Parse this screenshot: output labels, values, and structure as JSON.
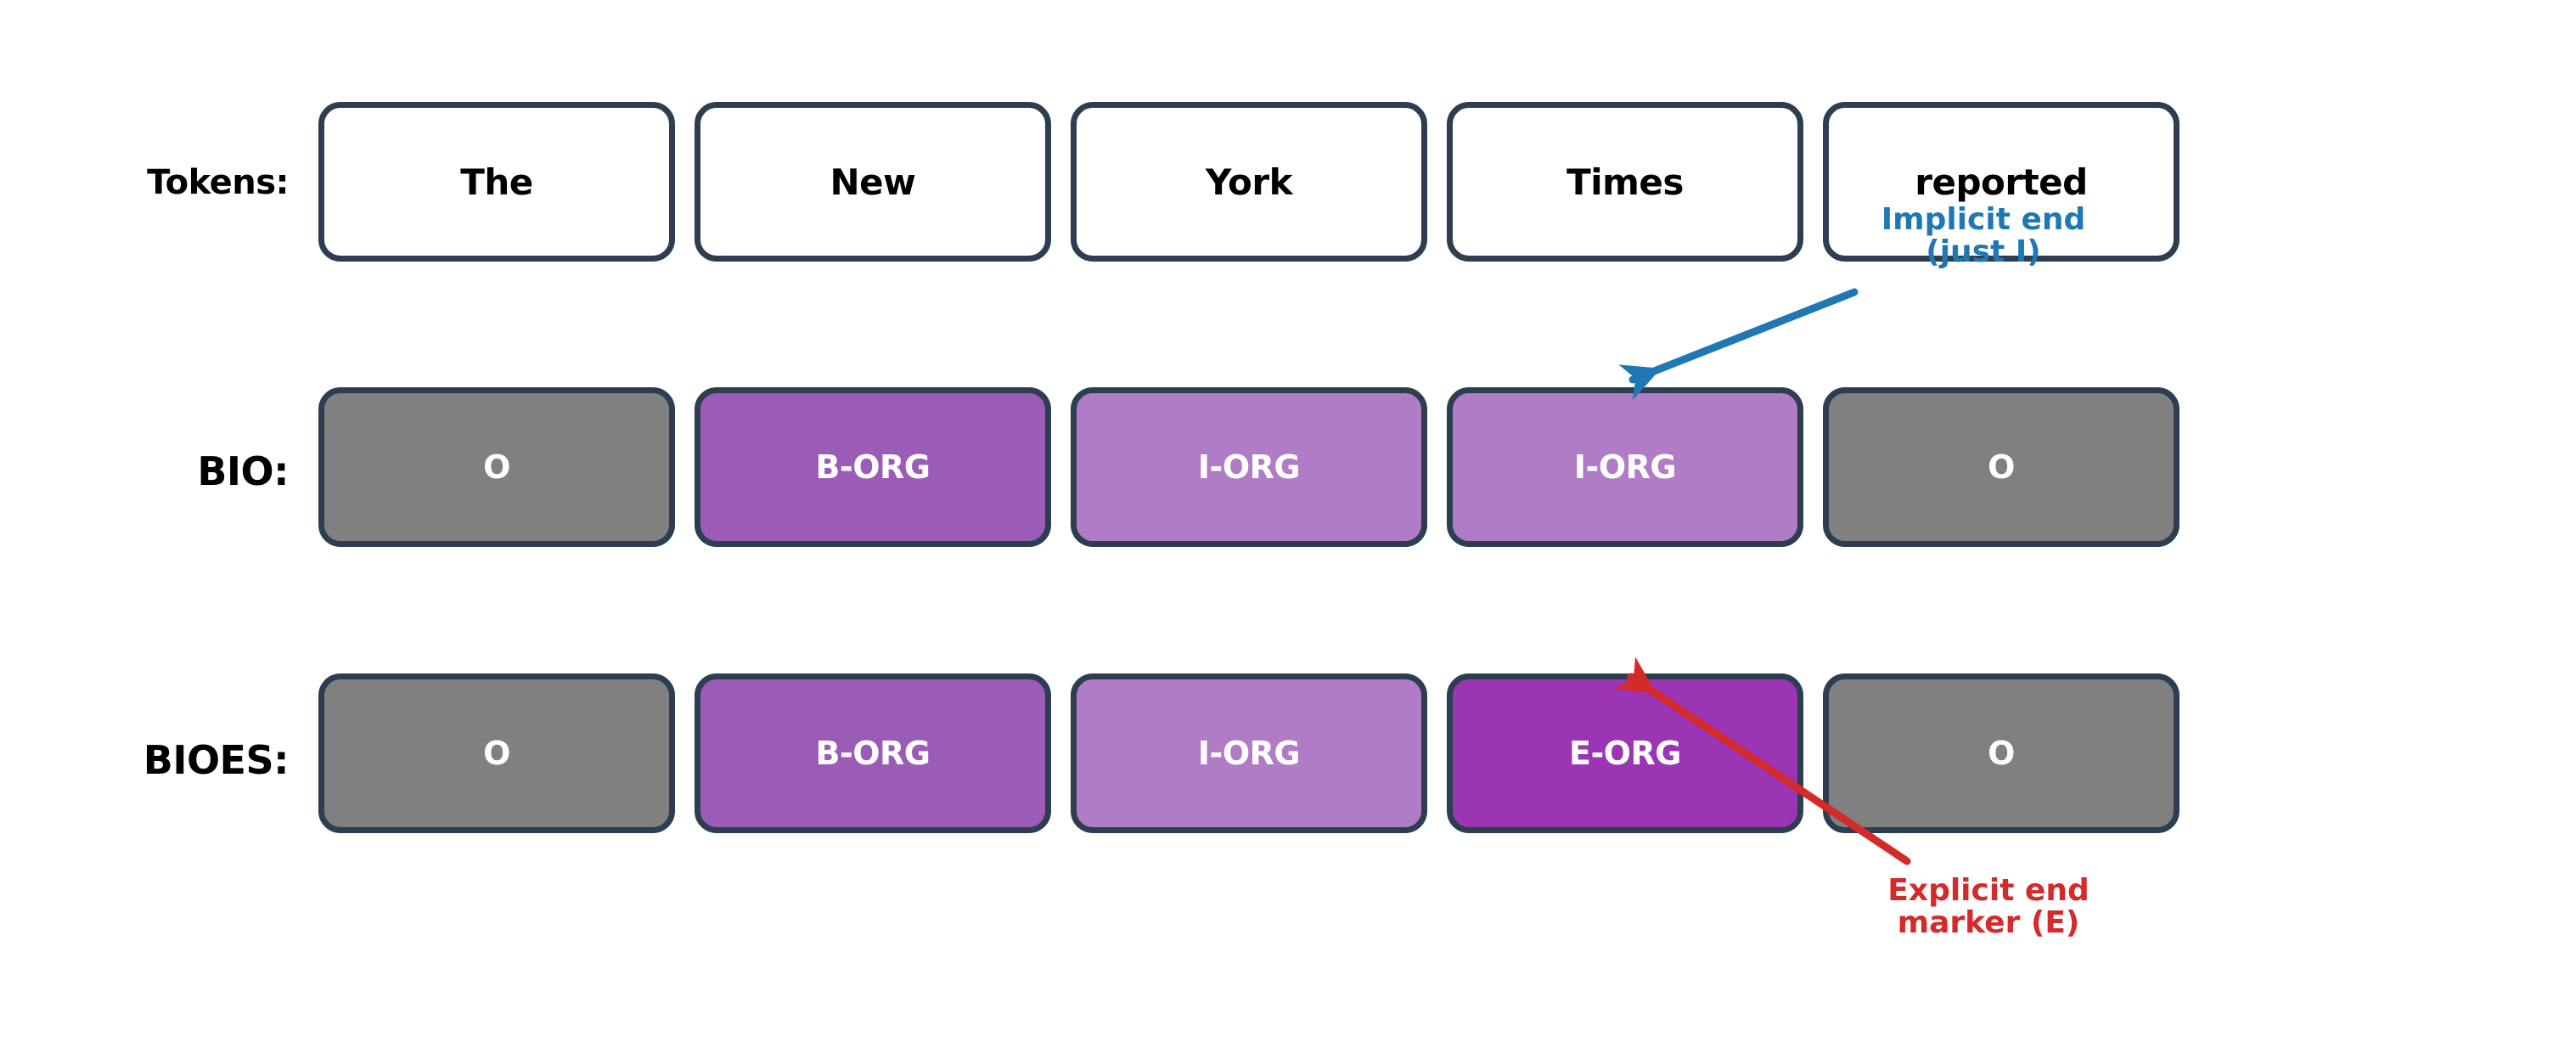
{
  "figure": {
    "background_color": "#ffffff",
    "border_color": "#2d3e50"
  },
  "rows": {
    "tokens": {
      "label": "Tokens:",
      "cells": [
        {
          "text": "The"
        },
        {
          "text": "New"
        },
        {
          "text": "York"
        },
        {
          "text": "Times"
        },
        {
          "text": "reported"
        }
      ]
    },
    "bio": {
      "label": "BIO:",
      "cells": [
        {
          "text": "O",
          "color": "#808080"
        },
        {
          "text": "B-ORG",
          "color": "#9b5cb8"
        },
        {
          "text": "I-ORG",
          "color": "#b07cc6"
        },
        {
          "text": "I-ORG",
          "color": "#b07cc6"
        },
        {
          "text": "O",
          "color": "#808080"
        }
      ]
    },
    "bioes": {
      "label": "BIOES:",
      "cells": [
        {
          "text": "O",
          "color": "#808080"
        },
        {
          "text": "B-ORG",
          "color": "#9b5cb8"
        },
        {
          "text": "I-ORG",
          "color": "#b07cc6"
        },
        {
          "text": "E-ORG",
          "color": "#9b35b3"
        },
        {
          "text": "O",
          "color": "#808080"
        }
      ]
    }
  },
  "annotations": {
    "implicit": {
      "text": "Implicit end\n(just I)",
      "color": "#1f77b4"
    },
    "explicit": {
      "text": "Explicit end\nmarker (E)",
      "color": "#d42a2a"
    }
  }
}
